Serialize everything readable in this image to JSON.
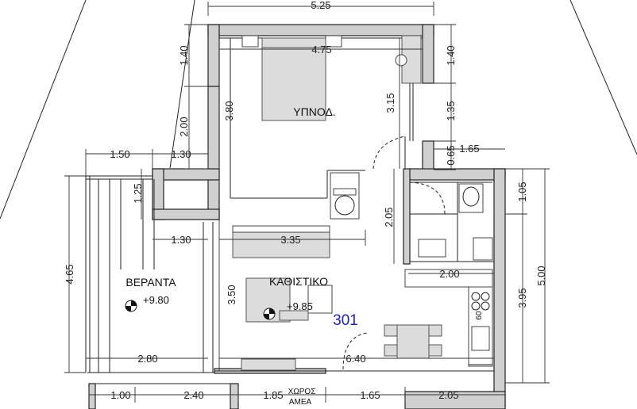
{
  "labels": {
    "bedroom": "ΥΠΝΟΔ.",
    "living": "ΚΑΘΙΣΤΙΚΟ",
    "veranda": "ΒΕΡΑΝΤΑ",
    "unit_number": "301",
    "common_space_1": "ΧΩΡΟΣ",
    "common_space_2": "ΑΜΕΑ"
  },
  "levels": {
    "veranda": "+9.80",
    "living": "+9.85"
  },
  "dimensions": {
    "top_total": "5.25",
    "bedroom_inner": "4.75",
    "left_1_40": "1.40",
    "left_2_00": "2.00",
    "bedroom_height": "3.80",
    "bedroom_right": "3.15",
    "right_1_40": "1.40",
    "right_1_35": "1.35",
    "right_0_65": "0.65",
    "right_1_65": "1.65",
    "balcony_1_50": "1.50",
    "balcony_1_30": "1.30",
    "veranda_1_25": "1.25",
    "veranda_1_30": "1.30",
    "sofa_3_35": "3.35",
    "hall_2_05": "2.05",
    "bath_1_05": "1.05",
    "bath_2_00": "2.00",
    "right_3_95": "3.95",
    "right_5_00": "5.00",
    "veranda_4_65": "4.65",
    "veranda_2_80": "2.80",
    "living_3_50": "3.50",
    "living_6_40": "6.40",
    "kitchen_60": "60",
    "bottom_1_00": "1.00",
    "bottom_2_40": "2.40",
    "bottom_1_85": "1.85",
    "bottom_1_65": "1.65",
    "bottom_2_05": "2.05"
  }
}
